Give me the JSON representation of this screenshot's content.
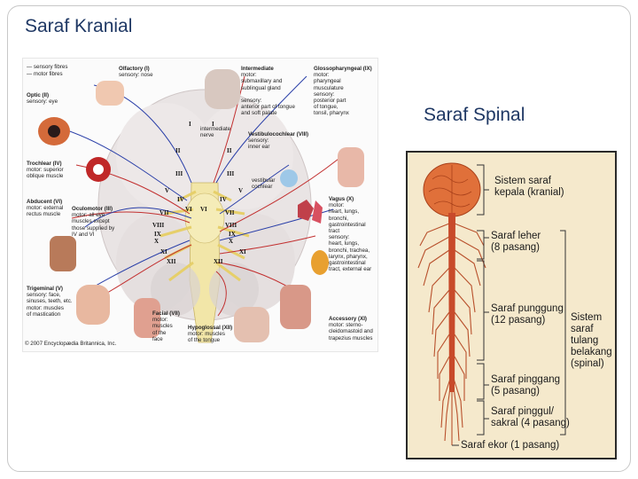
{
  "titles": {
    "cranial": "Saraf Kranial",
    "spinal": "Saraf Spinal"
  },
  "cranial": {
    "legend": {
      "sensory": "sensory fibres",
      "motor": "motor fibres"
    },
    "nerves": {
      "olfactory": {
        "name": "Olfactory (I)",
        "desc": "sensory: nose"
      },
      "optic": {
        "name": "Optic (II)",
        "desc": "sensory: eye"
      },
      "trochlear": {
        "name": "Trochlear (IV)",
        "desc1": "motor: superior",
        "desc2": "oblique muscle"
      },
      "abducent": {
        "name": "Abducent (VI)",
        "desc1": "motor: external",
        "desc2": "rectus muscle"
      },
      "oculomotor": {
        "name": "Oculomotor (III)",
        "desc1": "motor: all eye",
        "desc2": "muscles except",
        "desc3": "those supplied by",
        "desc4": "IV and VI"
      },
      "trigeminal": {
        "name": "Trigeminal (V)",
        "desc1": "sensory: face,",
        "desc2": "sinuses, teeth, etc.",
        "desc3": "motor: muscles",
        "desc4": "of mastication"
      },
      "facial": {
        "name": "Facial (VII)",
        "desc1": "motor:",
        "desc2": "muscles",
        "desc3": "of the",
        "desc4": "face"
      },
      "hypoglossal": {
        "name": "Hypoglossal (XII)",
        "desc1": "motor: muscles",
        "desc2": "of the tongue"
      },
      "intermediate": {
        "name": "Intermediate",
        "desc1": "motor:",
        "desc2": "submaxillary and",
        "desc3": "sublingual gland",
        "desc4": "sensory:",
        "desc5": "anterior part of tongue",
        "desc6": "and soft palate"
      },
      "intermediate_nerve": {
        "l1": "intermediate",
        "l2": "nerve"
      },
      "vestibulocochlear": {
        "name": "Vestibulocochlear (VIII)",
        "desc1": "sensory:",
        "desc2": "inner ear"
      },
      "vestibular": {
        "l1": "vestibular",
        "l2": "cochlear"
      },
      "glossopharyngeal": {
        "name": "Glossopharyngeal (IX)",
        "desc1": "motor:",
        "desc2": "pharyngeal",
        "desc3": "musculature",
        "desc4": "sensory:",
        "desc5": "posterior part",
        "desc6": "of tongue,",
        "desc7": "tonsil, pharynx"
      },
      "vagus": {
        "name": "Vagus (X)",
        "desc1": "motor:",
        "desc2": "heart, lungs,",
        "desc3": "bronchi,",
        "desc4": "gastrointestinal",
        "desc5": "tract",
        "desc6": "sensory:",
        "desc7": "heart, lungs,",
        "desc8": "bronchi, trachea,",
        "desc9": "larynx, pharynx,",
        "desc10": "gastrointestinal",
        "desc11": "tract, external ear"
      },
      "accessory": {
        "name": "Accessory (XI)",
        "desc1": "motor: sterno-",
        "desc2": "cleidomastoid and",
        "desc3": "trapezius muscles"
      }
    },
    "copyright": "© 2007 Encyclopædia Britannica, Inc.",
    "romans": [
      "I",
      "I",
      "II",
      "II",
      "III",
      "III",
      "IV",
      "IV",
      "V",
      "V",
      "VI",
      "VI",
      "VII",
      "VII",
      "VIII",
      "VIII",
      "IX",
      "IX",
      "X",
      "X",
      "XI",
      "XI",
      "XII",
      "XII"
    ]
  },
  "spinal": {
    "labels": {
      "kranial_1": "Sistem saraf",
      "kranial_2": "kepala (kranial)",
      "leher_1": "Saraf leher",
      "leher_2": "(8 pasang)",
      "punggung_1": "Saraf punggung",
      "punggung_2": "(12 pasang)",
      "sistem_1": "Sistem",
      "sistem_2": "saraf",
      "sistem_3": "tulang",
      "sistem_4": "belakang",
      "sistem_5": "(spinal)",
      "pinggang_1": "Saraf pinggang",
      "pinggang_2": "(5 pasang)",
      "pinggul_1": "Saraf pinggul/",
      "pinggul_2": "sakral (4 pasang)",
      "ekor": "Saraf ekor (1 pasang)"
    }
  }
}
